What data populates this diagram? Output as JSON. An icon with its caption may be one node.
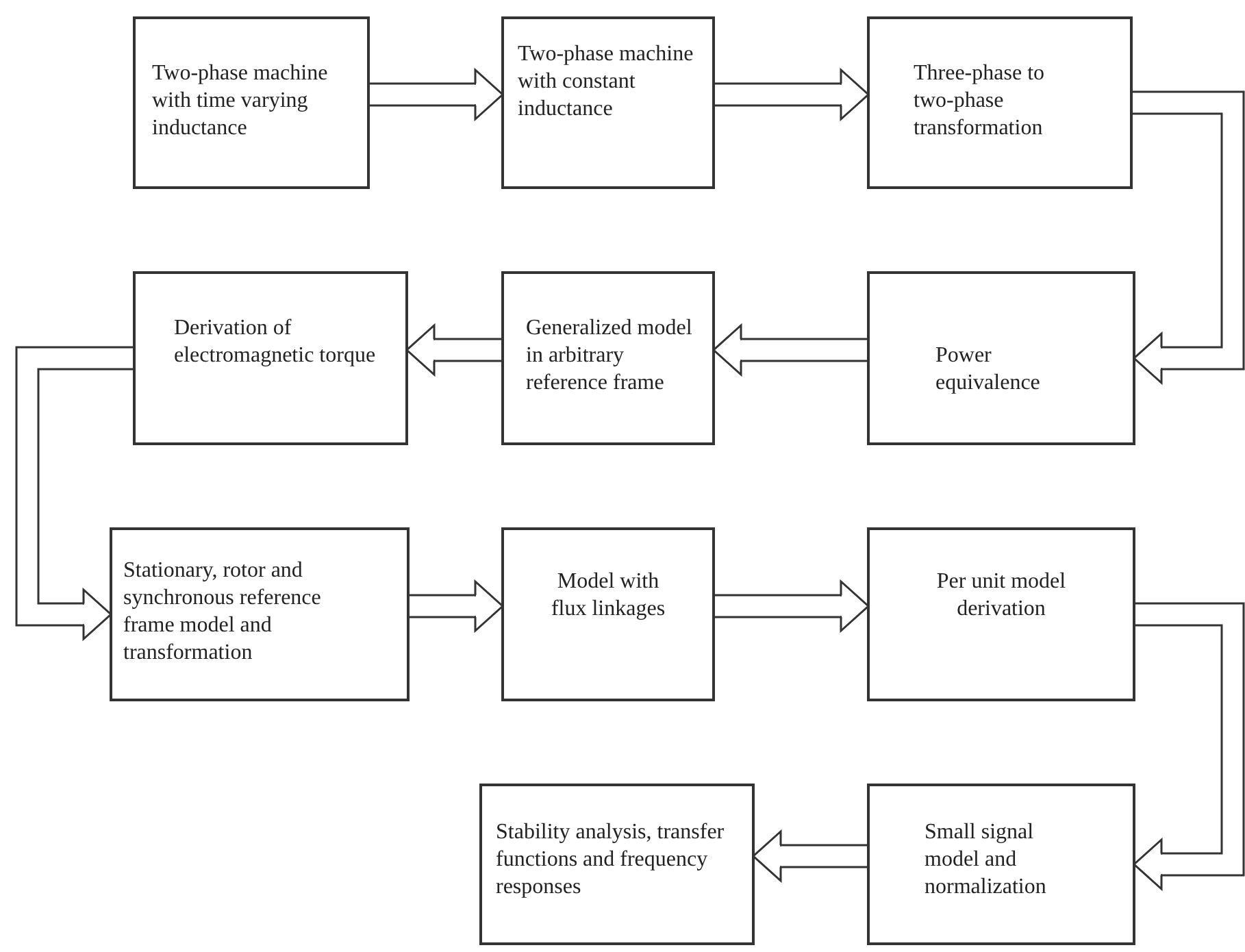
{
  "diagram": {
    "nodes": [
      {
        "text": [
          "Two-phase machine with time varying inductance"
        ]
      },
      {
        "text": [
          "Two-phase machine with constant inductance"
        ]
      },
      {
        "text": [
          "Three-phase to two-phase transformation"
        ]
      },
      {
        "text": [
          "Derivation of electromagnetic torque"
        ]
      },
      {
        "text": [
          "Generalized model in arbitrary reference frame"
        ]
      },
      {
        "text": [
          "Power equivalence"
        ]
      },
      {
        "text": [
          "Stationary, rotor and synchronous reference frame model and transformation"
        ]
      },
      {
        "text": [
          "Model with flux linkages"
        ]
      },
      {
        "text": [
          "Per unit model derivation"
        ]
      },
      {
        "text": [
          "Stability analysis, transfer functions and frequency responses"
        ]
      },
      {
        "text": [
          "Small signal model and normalization"
        ]
      }
    ],
    "edges": [
      {
        "from": 0,
        "to": 1,
        "arrow": "to"
      },
      {
        "from": 1,
        "to": 2,
        "arrow": "to"
      },
      {
        "from": 2,
        "to": 5,
        "arrow": "to"
      },
      {
        "from": 5,
        "to": 4,
        "arrow": "to"
      },
      {
        "from": 4,
        "to": 3,
        "arrow": "to"
      },
      {
        "from": 3,
        "to": 6,
        "arrow": "to"
      },
      {
        "from": 6,
        "to": 7,
        "arrow": "to"
      },
      {
        "from": 7,
        "to": 8,
        "arrow": "to"
      },
      {
        "from": 8,
        "to": 10,
        "arrow": "to"
      },
      {
        "from": 10,
        "to": 9,
        "arrow": "to"
      }
    ]
  }
}
